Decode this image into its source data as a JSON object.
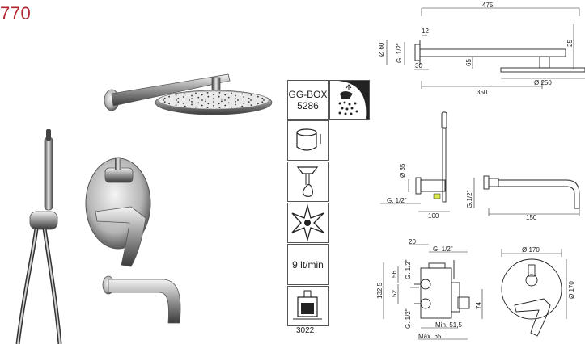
{
  "product": {
    "code_title": "770"
  },
  "feature_boxes": {
    "box_code_brand": "GG-BOX",
    "box_code_number": "5286",
    "flow_rate": "9 lt/min",
    "valve_code": "3022"
  },
  "dimensions": {
    "arm_length": "475",
    "arm_wall": "12",
    "arm_g": "G. 1/2\"",
    "arm_dia": "Ø 60",
    "arm_depth": "30",
    "arm_drop": "65",
    "head_thickness": "25",
    "head_dia": "Ø 250",
    "arm_projection": "350",
    "holder_dia": "Ø 35",
    "holder_g": "G. 1/2\"",
    "holder_len": "100",
    "spout_g": "G.1/2\"",
    "spout_len": "150",
    "box_20": "20",
    "box_g_top": "G. 1/2\"",
    "box_g_left_top": "G. 1/2\"",
    "box_g_left_bottom": "G. 1/2\"",
    "box_56": "56",
    "box_52": "52",
    "box_1325": "132,5",
    "box_74": "74",
    "box_min": "Min. 51,5",
    "box_max": "Max. 65",
    "plate_dia": "Ø 170",
    "plate_height": "Ø 170"
  },
  "colors": {
    "title": "#b3262d"
  },
  "icons": [
    "shower-head-icon",
    "rain-spray-icon",
    "round-cartridge-icon",
    "diverter-icon",
    "anti-limescale-star-icon",
    "valve-body-icon"
  ]
}
